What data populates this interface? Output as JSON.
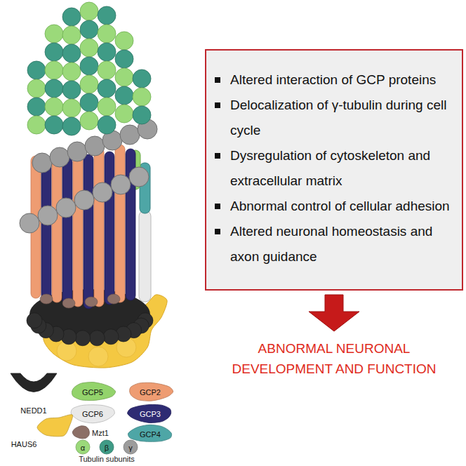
{
  "diagram": {
    "nodes": [
      {
        "text": [
          "Altered interaction of GCP proteins",
          "Delocalization of γ-tubulin during cell cycle",
          "Dysregulation of cytoskeleton and extracellular matrix",
          "Abnormal control of cellular adhesion",
          "Altered neuronal homeostasis and axon guidance"
        ]
      }
    ],
    "labels": [
      "ABNORMAL NEURONAL DEVELOPMENT AND FUNCTION",
      "Tubulin subunits"
    ],
    "legend": [
      {
        "text": "NEDD1",
        "color": "#262626"
      },
      {
        "text": "GCP5",
        "color": "#93d36b"
      },
      {
        "text": "GCP2",
        "color": "#ee9c72"
      },
      {
        "text": "GCP6",
        "color": "#e9e9e9"
      },
      {
        "text": "GCP3",
        "color": "#2e2b73"
      },
      {
        "text": "Mzt1",
        "color": "#8c6f66"
      },
      {
        "text": "GCP4",
        "color": "#4ea6a6"
      },
      {
        "text": "HAUS6",
        "color": "#f4c842"
      },
      {
        "text": "α",
        "color": "#9bd97a"
      },
      {
        "text": "β",
        "color": "#3f9b86"
      },
      {
        "text": "γ",
        "color": "#9c9c9c"
      }
    ]
  }
}
